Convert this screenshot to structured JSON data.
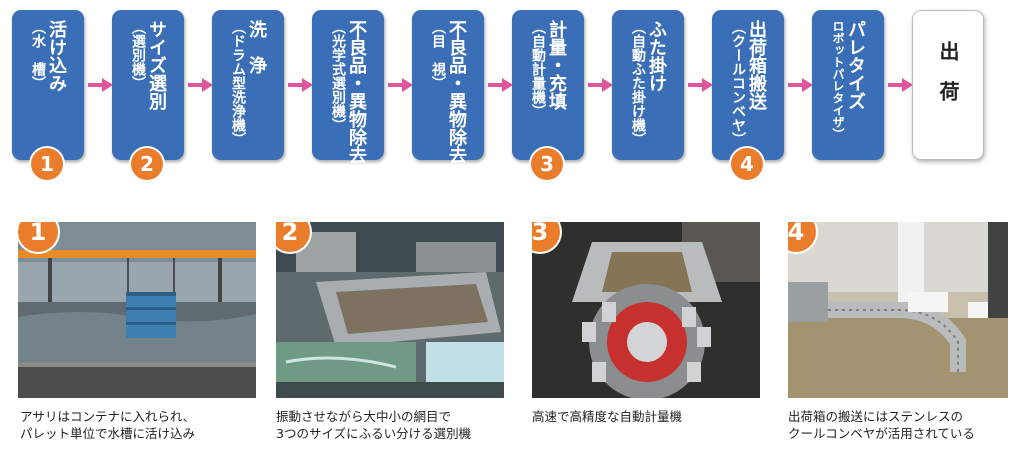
{
  "steps": [
    {
      "main": "活け込み",
      "sub": "（水　槽）"
    },
    {
      "main": "サイズ選別",
      "sub": "（選別機）"
    },
    {
      "main": "洗　浄",
      "sub": "（ドラム型洗浄機）"
    },
    {
      "main": "不良品・異物除去",
      "sub": "（光学式選別機）"
    },
    {
      "main": "不良品・異物除去",
      "sub": "（目　視）"
    },
    {
      "main": "計量・充填",
      "sub": "（自動計量機）"
    },
    {
      "main": "ふた掛け",
      "sub": "（自動ふた掛け機）"
    },
    {
      "main": "出荷箱搬送",
      "sub": "（クールコンベヤ）"
    },
    {
      "main": "パレタイズ",
      "sub": "ロボットパレタイザ）"
    },
    {
      "main": "出　荷",
      "sub": ""
    }
  ],
  "badges": [
    "1",
    "2",
    "3",
    "4"
  ],
  "photos": [
    {
      "badge": "1",
      "caption": [
        "アサリはコンテナに入れられ、",
        "パレット単位で水槽に活け込み"
      ]
    },
    {
      "badge": "2",
      "caption": [
        "振動させながら大中小の網目で",
        "3つのサイズにふるい分ける選別機"
      ]
    },
    {
      "badge": "3",
      "caption": [
        "高速で高精度な自動計量機"
      ]
    },
    {
      "badge": "4",
      "caption": [
        "出荷箱の搬送にはステンレスの",
        "クールコンベヤが活用されている"
      ]
    }
  ],
  "colors": {
    "step": "#3a6fb8",
    "arrow": "#e0559b",
    "badge": "#ea7d2c"
  }
}
